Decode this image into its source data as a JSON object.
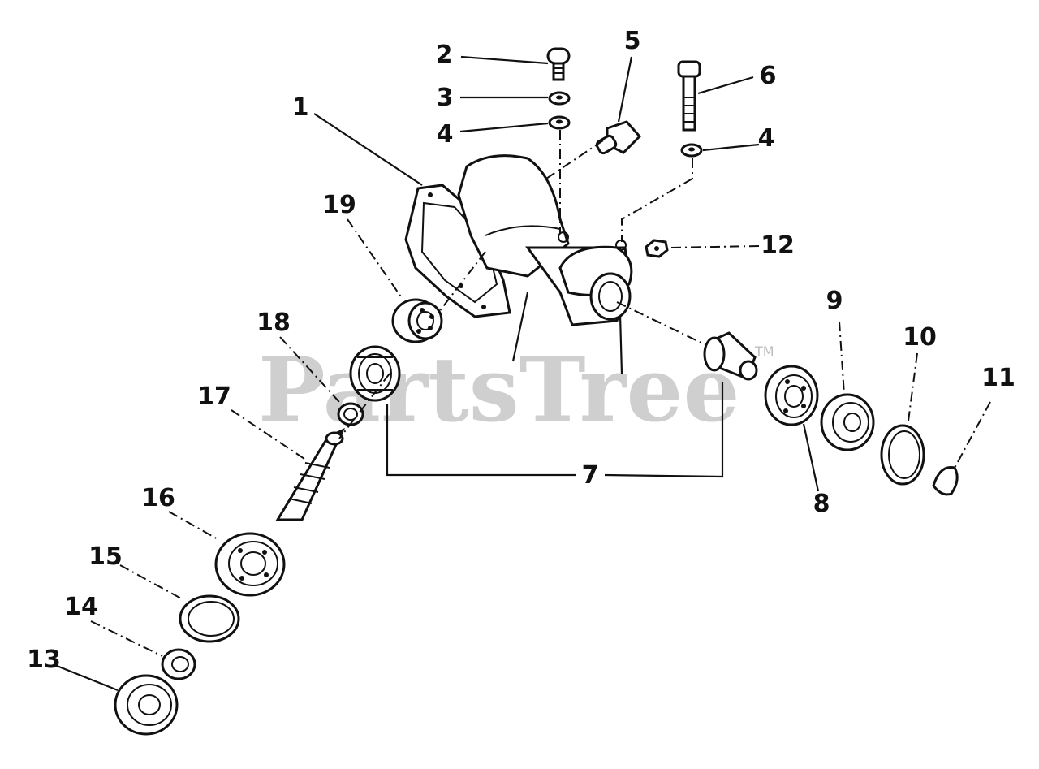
{
  "diagram": {
    "watermark": "PartsTree",
    "watermark_mark": "TM",
    "callouts": {
      "c1": "1",
      "c2": "2",
      "c3": "3",
      "c4a": "4",
      "c4b": "4",
      "c5": "5",
      "c6": "6",
      "c7": "7",
      "c8": "8",
      "c9": "9",
      "c10": "10",
      "c11": "11",
      "c12": "12",
      "c13": "13",
      "c14": "14",
      "c15": "15",
      "c16": "16",
      "c17": "17",
      "c18": "18",
      "c19": "19"
    }
  }
}
